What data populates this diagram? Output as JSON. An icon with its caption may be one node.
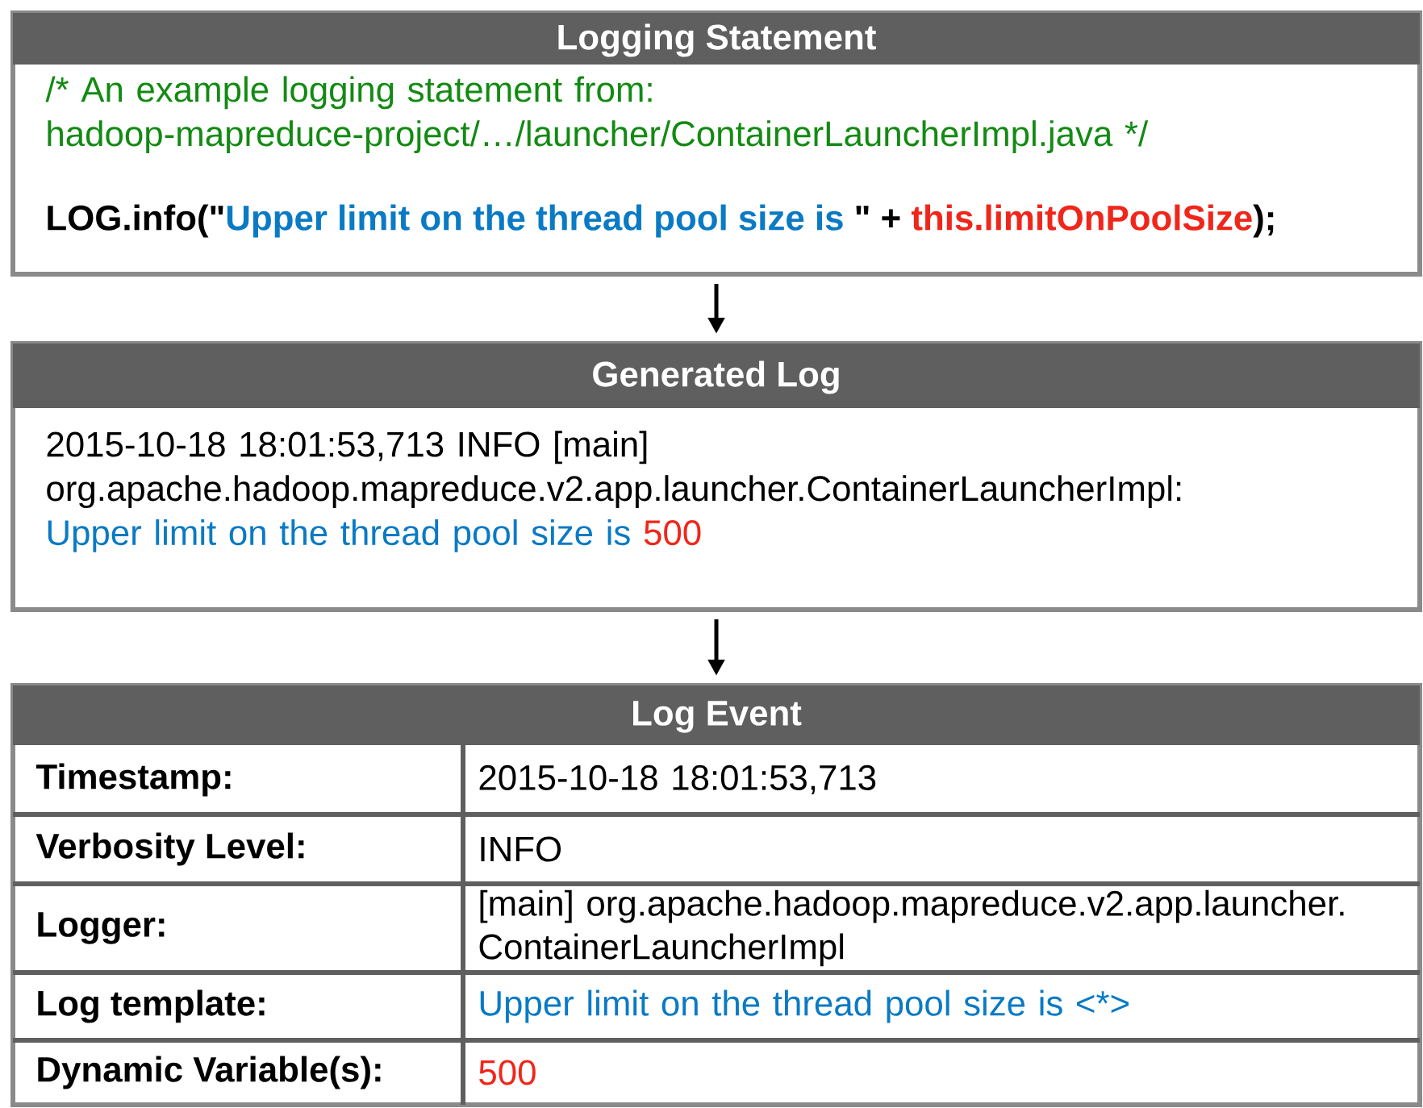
{
  "diagram": {
    "nodes": [
      {
        "text": [
          "Logging Statement",
          "/* An example logging statement from: hadoop-mapreduce-project/…/launcher/ContainerLauncherImpl.java */",
          "LOG.info(\"",
          "Upper limit on the thread pool size is",
          "\" +",
          "this.limitOnPoolSize",
          ");"
        ]
      },
      {
        "text": [
          "Generated Log",
          "2015-10-18 18:01:53,713 INFO [main] org.apache.hadoop.mapreduce.v2.app.launcher.ContainerLauncherImpl:",
          "Upper limit on the thread pool size is",
          "500"
        ]
      },
      {
        "text": [
          "Log Event"
        ]
      }
    ],
    "edges": [
      {
        "from": 0,
        "to": 1,
        "arrow": "to"
      },
      {
        "from": 1,
        "to": 2,
        "arrow": "to"
      }
    ],
    "labels": [
      "Timestamp:",
      "2015-10-18 18:01:53,713",
      "Verbosity Level:",
      "INFO",
      "Logger:",
      "[main] org.apache.hadoop.mapreduce.v2.app.launcher. ContainerLauncherImpl",
      "Log template:",
      "Upper limit on the thread pool size is <*>",
      "Dynamic Variable(s):",
      "500"
    ]
  }
}
